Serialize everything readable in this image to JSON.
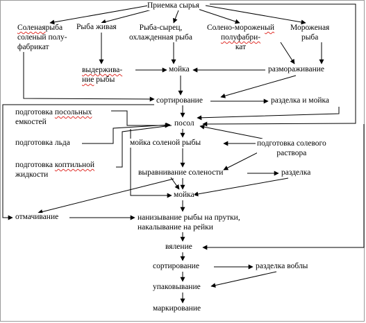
{
  "diagram": {
    "nodes": {
      "priemka": "Приемка сырья",
      "solenaya_a": "Соленая",
      "solenaya_b": "рыба",
      "solenaya_2": "соленый полу-",
      "solenaya_3": "фабрикат",
      "zhivaya_a": "Рыба",
      "zhivaya_b": "живая",
      "syrets_1": "Рыба-сырец,",
      "syrets_2": "охлажденная рыба",
      "solmor_1": "Солено-морожен",
      "solmor_1b": "ый",
      "solmor_2": "полуфабри-",
      "solmor_3": "кат",
      "morozh_1": "Мороженая",
      "morozh_2": "рыба",
      "vyderzh_1": "выдержива-",
      "vyderzh_2a": "ние",
      "vyderzh_2b": "рыбы",
      "moika1": "мойка",
      "razmoraz": "размораживание",
      "sort1": "сортирование",
      "razdelka_moika": "разделка и мойка",
      "podg_emk_1a": "подготовка",
      "podg_emk_1b": "посольных",
      "podg_emk_2": "емкостей",
      "posol": "посол",
      "podg_lda": "подготовка льда",
      "moika_solenoi": "мойка соленой рыбы",
      "podg_sol_1": "подготовка солевого",
      "podg_sol_2": "раствора",
      "podg_kopt_1a": "подготовка",
      "podg_kopt_1b": "коптильной",
      "podg_kopt_2": "жидкости",
      "vyravn": "выравнивание солености",
      "razdelka": "разделка",
      "moika2": "мойка",
      "otmach": "отмачивание",
      "nanizyv_1": "нанизывание рыбы на прутки,",
      "nanizyv_2": "накалывание на рейки",
      "vyalenie": "вяление",
      "sort2": "сортирование",
      "razdelka_vobly": "разделка воблы",
      "upakov": "упаковывание",
      "markir": "маркирование"
    }
  },
  "colors": {
    "line": "#000000",
    "frame": "#9a9a9a",
    "squiggle": "#e0302a"
  }
}
